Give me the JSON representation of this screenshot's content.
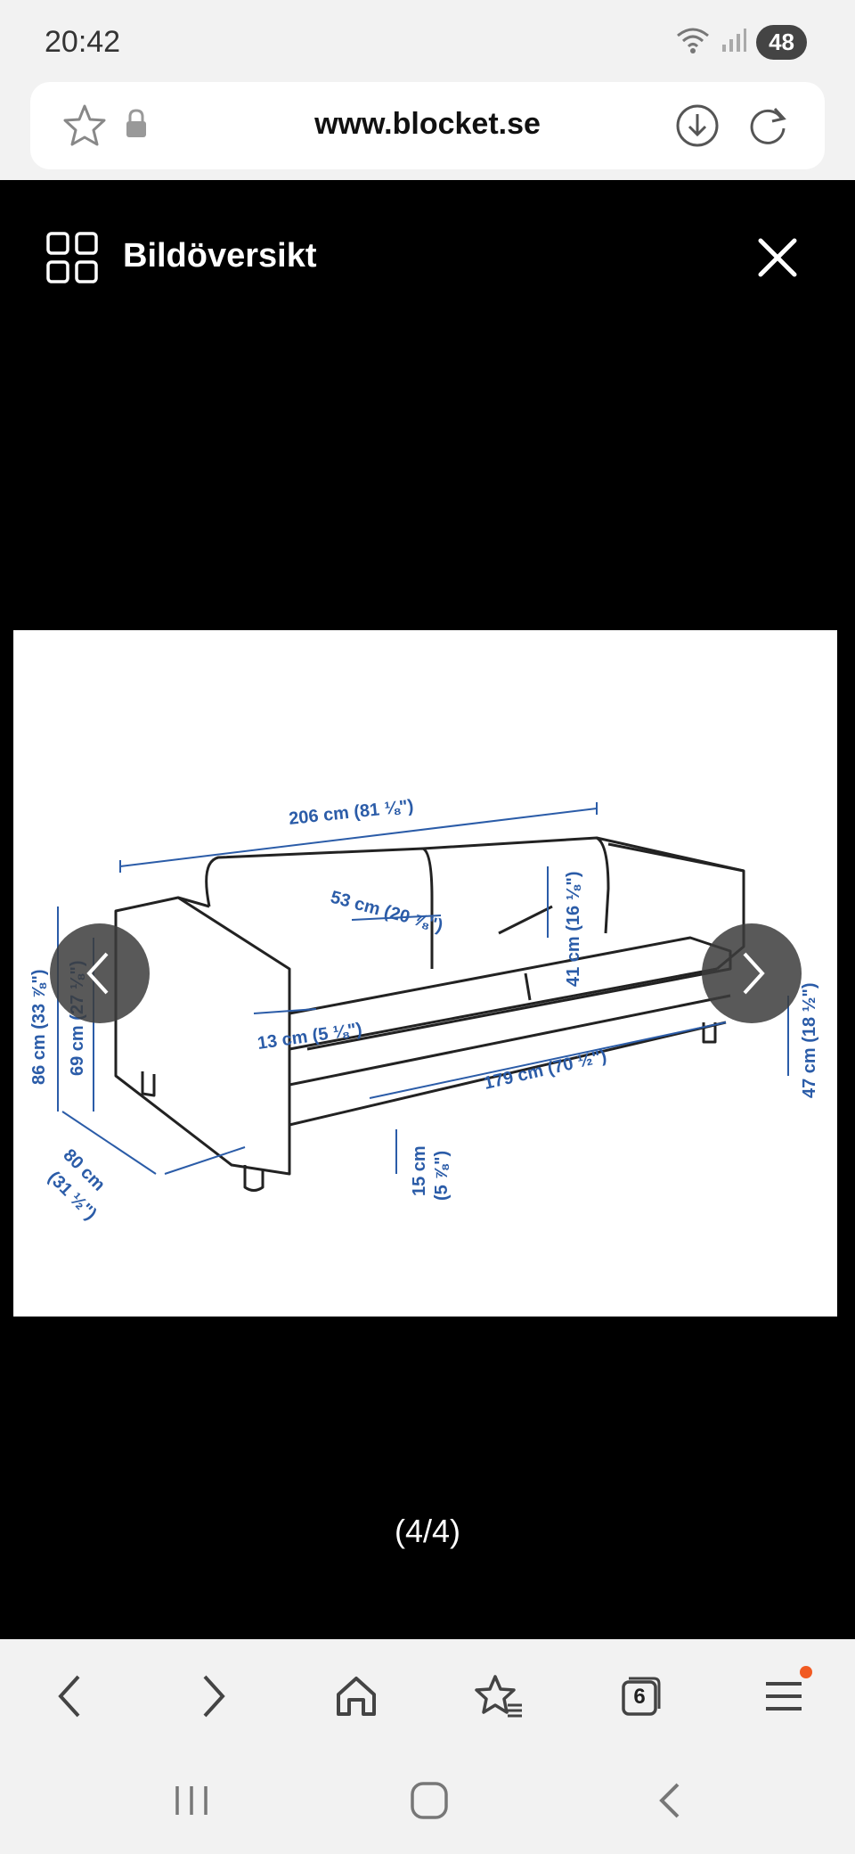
{
  "status_bar": {
    "time": "20:42",
    "battery": "48"
  },
  "browser": {
    "url": "www.blocket.se"
  },
  "viewer": {
    "title": "Bildöversikt",
    "counter": "(4/4)"
  },
  "diagram_labels": {
    "width": "206 cm (81 ⅛\")",
    "depth_seat": "53 cm (20 ⅞\")",
    "back_height": "41 cm (16 ⅛\")",
    "total_height": "86 cm (33 ⅞\")",
    "seat_height_arm": "69 cm (27 ⅛\")",
    "arm_width": "13 cm (5 ⅛\")",
    "seat_width": "179 cm (70 ½\")",
    "seat_height": "47 cm (18 ½\")",
    "depth": "80 cm",
    "depth_in": "(31 ½\")",
    "leg_height": "15 cm",
    "leg_height_in": "(5 ⅞\")"
  },
  "bottom_nav": {
    "tabs_count": "6"
  },
  "colors": {
    "dimension_blue": "#2b5ca8",
    "badge": "#f15a22"
  }
}
